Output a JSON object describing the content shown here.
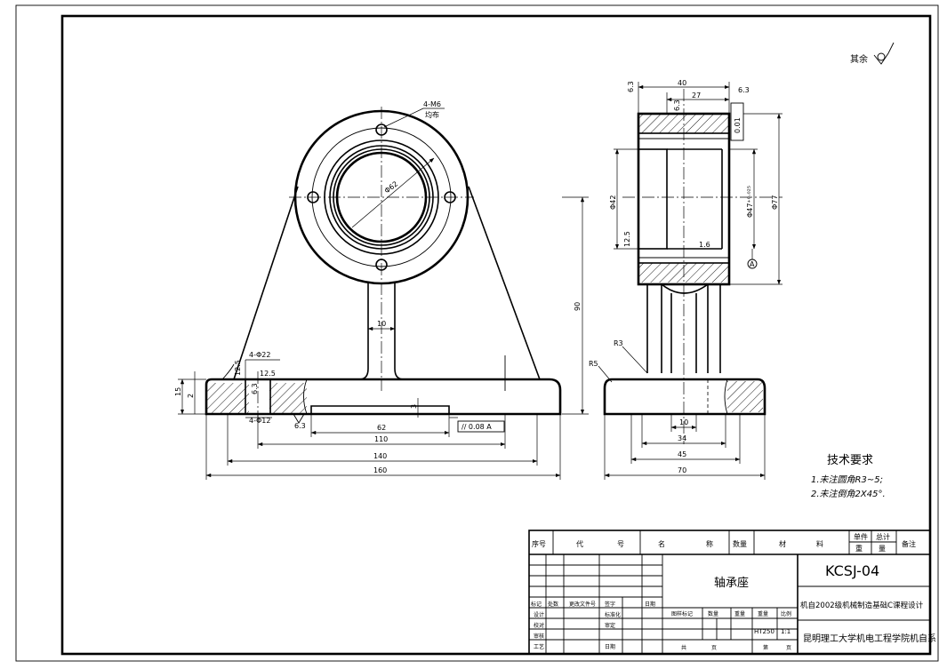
{
  "roughness_note": {
    "label": "其余",
    "symbol": "▽√"
  },
  "front_view": {
    "dims": {
      "thread": "4-M6",
      "thread_note": "均布",
      "bore": "Φ62",
      "web": "10",
      "height": "90",
      "holes": "4-Φ22",
      "holes_small": "4-Φ12",
      "depth": "2",
      "base_h": "15",
      "slot_depth": "3",
      "r125a": "12.5",
      "r125b": "12.5",
      "r63a": "6.3",
      "r63b": "6.3",
      "w62": "62",
      "w110": "110",
      "w140": "140",
      "w160": "160",
      "parallel": "// 0.08 A"
    }
  },
  "side_view": {
    "dims": {
      "w40": "40",
      "w27": "27",
      "r63a": "6.3",
      "r63b": "6.3",
      "r63c": "6.3",
      "runout": "0.01",
      "phi42": "Φ42",
      "phi47": "Φ47⁺⁰·⁰²⁵",
      "phi77": "Φ77",
      "r125": "12.5",
      "r16": "1.6",
      "datum": "A",
      "r3": "R3",
      "r5": "R5",
      "w10": "10",
      "w34": "34",
      "w45": "45",
      "w70": "70"
    }
  },
  "tech_req": {
    "title": "技术要求",
    "line1": "1.未注圆角R3~5;",
    "line2": "2.未注倒角2X45°."
  },
  "title_block": {
    "header": [
      "序号",
      "代",
      "号",
      "名",
      "称",
      "数量",
      "材",
      "料",
      "单件",
      "总计",
      "备注"
    ],
    "header_sub": [
      "重",
      "量"
    ],
    "part_name": "轴承座",
    "drawing_no": "KCSJ-04",
    "course": "机自2002级机械制造基础C课程设计",
    "school": "昆明理工大学机电工程学院机自系",
    "material": "HT250",
    "scale": "1:1",
    "rev_labels": [
      "标记",
      "处数",
      "更改文件号",
      "签字",
      "日期"
    ],
    "role_labels": [
      "设计",
      "校对",
      "审核",
      "工艺"
    ],
    "std_label": "标准化",
    "approve_label": "审定",
    "date_label": "日期",
    "stage_label": "图样标记",
    "weight_label": "重量",
    "ratio_label": "比例",
    "sheet_labels": [
      "共",
      "页",
      "第",
      "页"
    ],
    "small_heads": [
      "数量",
      "重量"
    ]
  }
}
